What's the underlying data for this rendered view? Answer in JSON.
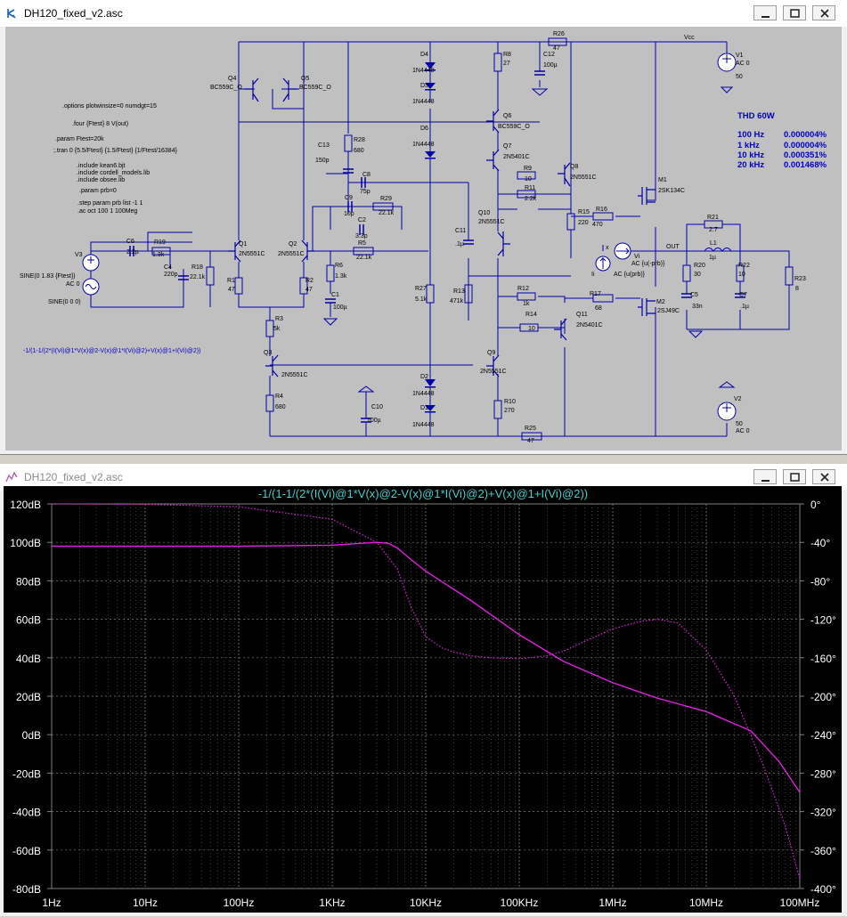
{
  "schematic_window": {
    "title": "DH120_fixed_v2.asc",
    "directives": [
      ".options plotwinsize=0 numdgt=15",
      ".four {Ftest} 8 V(out)",
      ".param Ftest=20k",
      ";.tran 0 {5.5/Ftest} {1.5/Ftest} {1/Ftest/16384}",
      ".include kean6.bjt",
      ".include cordell_models.lib",
      ".include obsee.lib",
      ".param prb=0",
      ".step param prb list -1 1",
      ".ac oct 100 1 100Meg"
    ],
    "thd_title": "THD 60W",
    "thd_rows": [
      {
        "freq": "100 Hz",
        "value": "0.000004%"
      },
      {
        "freq": "1 kHz",
        "value": "0.000004%"
      },
      {
        "freq": "10 kHz",
        "value": "0.000351%"
      },
      {
        "freq": "20 kHz",
        "value": "0.001468%"
      }
    ],
    "expression": "-1/(1-1/(2*(I(Vi)@1*V(x)@2-V(x)@1*I(Vi)@2)+V(x)@1+I(Vi)@2))",
    "source_labels": {
      "v3_name": "V3",
      "v3_sine": "SINE(0 1.83 {Ftest})",
      "v3_ac": "AC 0",
      "v4_sine": "SINE(0 0 0)"
    },
    "supply_labels": {
      "vcc": "Vcc",
      "v1": "V1",
      "v1_ac": "AC 0",
      "v1_val": "50",
      "v2": "V2",
      "v2_val": "50",
      "v2_ac": "AC 0"
    },
    "probe_labels": {
      "x": "x",
      "vi": "Vi",
      "vi_ac": "AC {u(-prb)}",
      "ii": "Ii",
      "ii_ac": "AC {u(prb)}",
      "out": "OUT"
    },
    "components": [
      {
        "ref": "Q4",
        "val": "BC559C_O"
      },
      {
        "ref": "Q5",
        "val": "BC559C_O"
      },
      {
        "ref": "D4",
        "val": "1N4448"
      },
      {
        "ref": "D3",
        "val": "1N4448"
      },
      {
        "ref": "D6",
        "val": "1N4448"
      },
      {
        "ref": "D2",
        "val": "1N4448"
      },
      {
        "ref": "D1",
        "val": "1N4448"
      },
      {
        "ref": "R8",
        "val": "27"
      },
      {
        "ref": "R26",
        "val": "47"
      },
      {
        "ref": "C12",
        "val": "100µ"
      },
      {
        "ref": "Q6",
        "val": "BC559C_O"
      },
      {
        "ref": "Q7",
        "val": "2N5401C"
      },
      {
        "ref": "Q8",
        "val": "2N5551C"
      },
      {
        "ref": "C13",
        "val": "150p"
      },
      {
        "ref": "R28",
        "val": "680"
      },
      {
        "ref": "C8",
        "val": "75p"
      },
      {
        "ref": "R9",
        "val": "10"
      },
      {
        "ref": "R11",
        "val": "2.2k"
      },
      {
        "ref": "R16",
        "val": "470"
      },
      {
        "ref": "M1",
        "val": "2SK134C"
      },
      {
        "ref": "C9",
        "val": "10p"
      },
      {
        "ref": "R29",
        "val": "22.1k"
      },
      {
        "ref": "C2",
        "val": "3.3p"
      },
      {
        "ref": "R5",
        "val": "22.1k"
      },
      {
        "ref": "C11",
        "val": ".1µ"
      },
      {
        "ref": "Q10",
        "val": "2N5551C"
      },
      {
        "ref": "R15",
        "val": "220"
      },
      {
        "ref": "R21",
        "val": "2.7"
      },
      {
        "ref": "L1",
        "val": "1µ"
      },
      {
        "ref": "C6",
        "val": "2.2µ"
      },
      {
        "ref": "R19",
        "val": "1.3k"
      },
      {
        "ref": "Q1",
        "val": "2N5551C"
      },
      {
        "ref": "Q2",
        "val": "2N5551C"
      },
      {
        "ref": "C4",
        "val": "220p"
      },
      {
        "ref": "R18",
        "val": "22.1k"
      },
      {
        "ref": "R1",
        "val": "47"
      },
      {
        "ref": "R2",
        "val": "47"
      },
      {
        "ref": "R6",
        "val": "1.3k"
      },
      {
        "ref": "C1",
        "val": "100µ"
      },
      {
        "ref": "R27",
        "val": "5.1k"
      },
      {
        "ref": "R13",
        "val": "471k"
      },
      {
        "ref": "R12",
        "val": "1k"
      },
      {
        "ref": "R17",
        "val": "68"
      },
      {
        "ref": "R14",
        "val": "10"
      },
      {
        "ref": "Q11",
        "val": "2N5401C"
      },
      {
        "ref": "M2",
        "val": "2SJ49C"
      },
      {
        "ref": "R20",
        "val": "30"
      },
      {
        "ref": "C5",
        "val": "33n"
      },
      {
        "ref": "R22",
        "val": "10"
      },
      {
        "ref": "C7",
        "val": ".1µ"
      },
      {
        "ref": "R23",
        "val": "8"
      },
      {
        "ref": "R3",
        "val": "5k"
      },
      {
        "ref": "Q3",
        "val": "2N5551C"
      },
      {
        "ref": "Q9",
        "val": "2N5551C"
      },
      {
        "ref": "R4",
        "val": "680"
      },
      {
        "ref": "C10",
        "val": "100µ"
      },
      {
        "ref": "R10",
        "val": "270"
      },
      {
        "ref": "R25",
        "val": "47"
      }
    ]
  },
  "plot_window": {
    "title": "DH120_fixed_v2.asc",
    "trace_title": "-1/(1-1/(2*(I(Vi)@1*V(x)@2-V(x)@1*I(Vi)@2)+V(x)@1+I(Vi)@2))",
    "colors": {
      "trace": "#e020e0",
      "grid": "#808080",
      "axis_text": "#ffffff",
      "title": "#40d0d0"
    }
  },
  "chart_data": {
    "type": "line",
    "title": "-1/(1-1/(2*(I(Vi)@1*V(x)@2-V(x)@1*I(Vi)@2)+V(x)@1+I(Vi)@2))",
    "x_scale": "log",
    "x_ticks": [
      "1Hz",
      "10Hz",
      "100Hz",
      "1KHz",
      "10KHz",
      "100KHz",
      "1MHz",
      "10MHz",
      "100MHz"
    ],
    "y_left_ticks": [
      "120dB",
      "100dB",
      "80dB",
      "60dB",
      "40dB",
      "20dB",
      "0dB",
      "-20dB",
      "-40dB",
      "-60dB",
      "-80dB"
    ],
    "y_right_ticks": [
      "0°",
      "-40°",
      "-80°",
      "-120°",
      "-160°",
      "-200°",
      "-240°",
      "-280°",
      "-320°",
      "-360°",
      "-400°"
    ],
    "xlim_hz": [
      1,
      100000000
    ],
    "ylim_db": [
      -80,
      120
    ],
    "ylim_deg": [
      -400,
      0
    ],
    "grid": true,
    "series": [
      {
        "axis": "left",
        "style": "solid",
        "x": [
          1,
          100,
          1000,
          2000,
          3000,
          4000,
          5000,
          7000,
          10000,
          30000,
          100000,
          300000,
          1000000,
          3000000,
          10000000,
          30000000,
          60000000,
          100000000
        ],
        "y": [
          98,
          98,
          98.5,
          99.5,
          100,
          99.5,
          97,
          91,
          85,
          70,
          52,
          38,
          27,
          19,
          12,
          2,
          -14,
          -30
        ]
      },
      {
        "axis": "right",
        "style": "dotted",
        "x": [
          1,
          10,
          100,
          1000,
          3000,
          5000,
          7000,
          10000,
          15000,
          20000,
          30000,
          50000,
          100000,
          200000,
          300000,
          500000,
          1000000,
          2000000,
          3000000,
          5000000,
          10000000,
          20000000,
          40000000,
          70000000,
          100000000
        ],
        "y": [
          0,
          -0.5,
          -3,
          -16,
          -40,
          -68,
          -108,
          -138,
          -150,
          -154,
          -158,
          -160,
          -161,
          -158,
          -153,
          -143,
          -130,
          -122,
          -120,
          -124,
          -152,
          -200,
          -270,
          -335,
          -390
        ]
      }
    ]
  }
}
